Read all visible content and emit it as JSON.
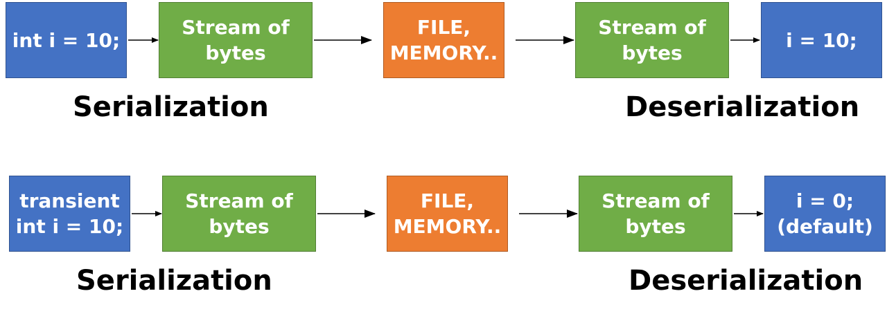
{
  "rows": [
    {
      "source": "int i = 10;",
      "stream_in": "Stream of\nbytes",
      "storage": "FILE,\nMEMORY..",
      "stream_out": "Stream of\nbytes",
      "result": "i = 10;",
      "serialization_label": "Serialization",
      "deserialization_label": "Deserialization"
    },
    {
      "source": "transient\nint i = 10;",
      "stream_in": "Stream of\nbytes",
      "storage": "FILE,\nMEMORY..",
      "stream_out": "Stream of\nbytes",
      "result": "i = 0;\n(default)",
      "serialization_label": "Serialization",
      "deserialization_label": "Deserialization"
    }
  ],
  "colors": {
    "value_box": "#4472c4",
    "stream_box": "#70ad47",
    "storage_box": "#ed7d31"
  }
}
